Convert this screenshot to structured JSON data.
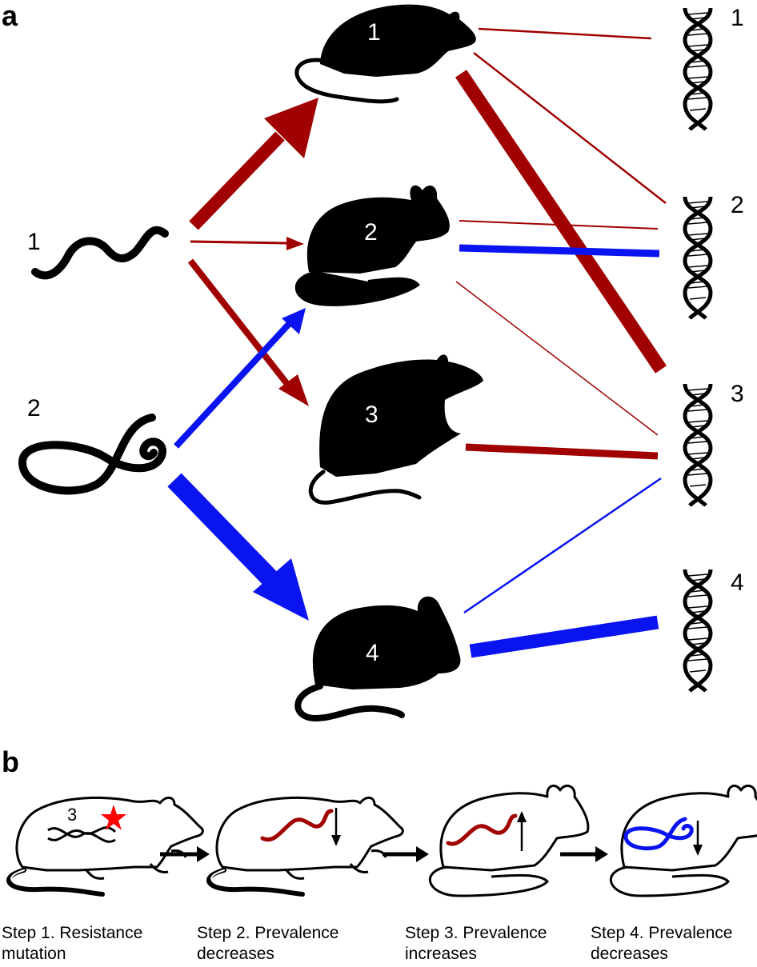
{
  "panels": {
    "a": "a",
    "b": "b"
  },
  "parasites": [
    {
      "label": "1",
      "color": "#000000"
    },
    {
      "label": "2",
      "color": "#000000"
    }
  ],
  "hosts": [
    {
      "label": "1"
    },
    {
      "label": "2"
    },
    {
      "label": "3"
    },
    {
      "label": "4"
    }
  ],
  "genes": [
    {
      "label": "1"
    },
    {
      "label": "2"
    },
    {
      "label": "3"
    },
    {
      "label": "4"
    }
  ],
  "colors": {
    "parasite1": "#a00000",
    "parasite2": "#0a14f0",
    "star": "#ff0000"
  },
  "panel_b": {
    "gene_label": "3",
    "steps": [
      {
        "caption": "Step 1. Resistance\nmutation"
      },
      {
        "caption": "Step 2. Prevalence\ndecreases"
      },
      {
        "caption": "Step 3. Prevalence\nincreases"
      },
      {
        "caption": "Step 4. Prevalence\ndecreases"
      }
    ]
  }
}
